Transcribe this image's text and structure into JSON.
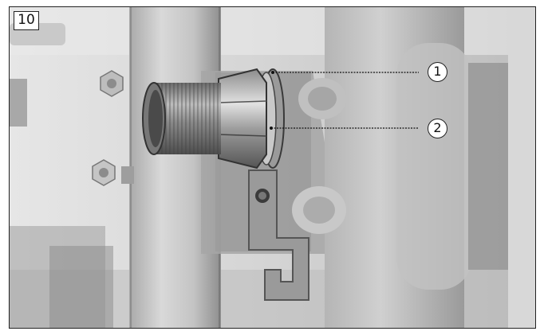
{
  "figure": {
    "number": "10",
    "callouts": [
      {
        "label": "1"
      },
      {
        "label": "2"
      }
    ]
  }
}
